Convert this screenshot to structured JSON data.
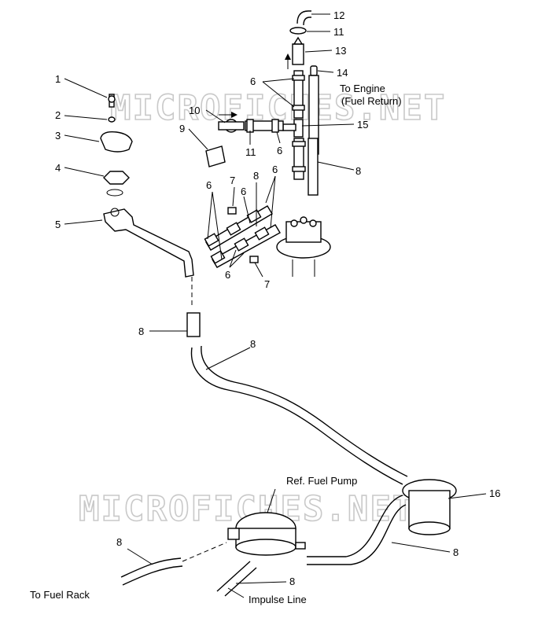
{
  "watermark": "MICROFICHES.NET",
  "callouts": {
    "n1": "1",
    "n2": "2",
    "n3": "3",
    "n4": "4",
    "n5": "5",
    "n6": "6",
    "n7": "7",
    "n8": "8",
    "n9": "9",
    "n10": "10",
    "n11": "11",
    "n12": "12",
    "n13": "13",
    "n14": "14",
    "n15": "15",
    "n16": "16"
  },
  "annotations": {
    "to_engine_1": "To Engine",
    "to_engine_2": "(Fuel Return)",
    "ref_fuel_pump": "Ref. Fuel Pump",
    "to_fuel_rack": "To Fuel Rack",
    "impulse_line": "Impulse Line"
  }
}
